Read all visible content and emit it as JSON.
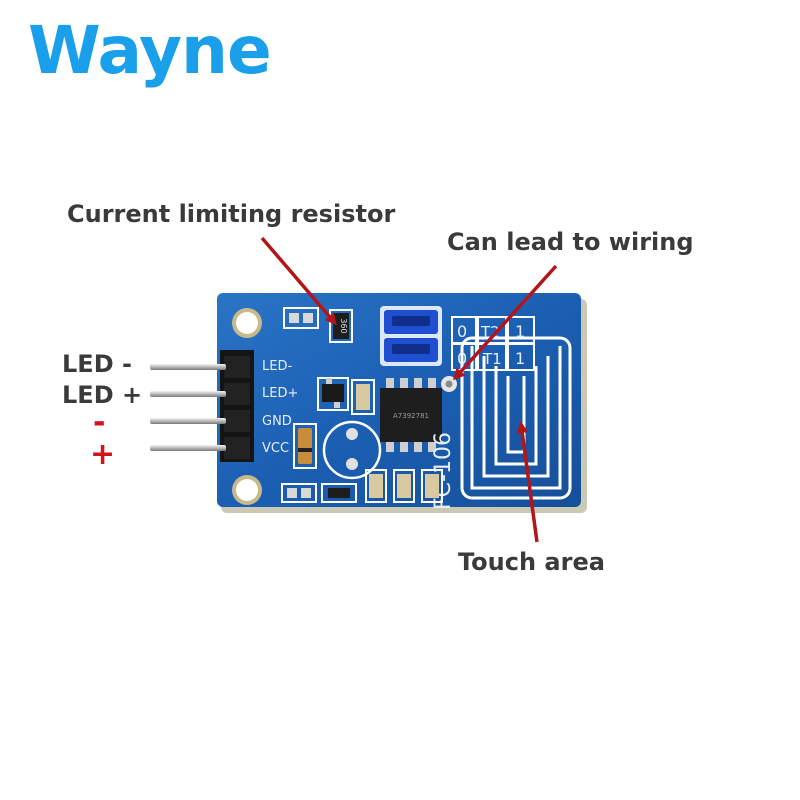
{
  "brand": "Wayne",
  "callouts": {
    "resistor": "Current limiting resistor",
    "wiring": "Can lead to wiring",
    "touch": "Touch area"
  },
  "pins": {
    "led_minus": "LED -",
    "led_plus": "LED +",
    "minus": "-",
    "plus": "+"
  },
  "silkscreen": {
    "led_minus": "LED-",
    "led_plus": "LED+",
    "gnd": "GND",
    "vcc": "VCC",
    "model": "FC-106",
    "t2": "T2",
    "t1": "T1",
    "zero": "0",
    "one": "1",
    "resistor_code": "360",
    "chip_marking": "A7392781"
  },
  "colors": {
    "brand": "#1aa0ea",
    "pcb": "#1b5fb3",
    "arrow": "#b3151a",
    "callout_text": "#3a3a3a",
    "pin_symbol": "#d0141a"
  }
}
